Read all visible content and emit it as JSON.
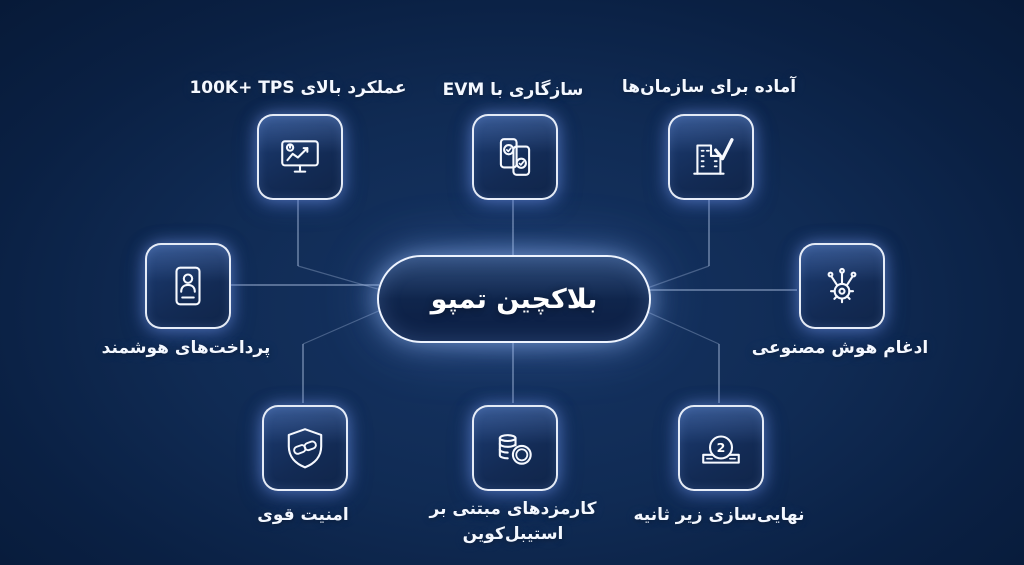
{
  "center": {
    "title": "بلاکچین تمپو"
  },
  "nodes": [
    {
      "id": "performance",
      "label": "عملکرد بالای 100K+ TPS",
      "icon": "monitor-chart-icon"
    },
    {
      "id": "evm-compatibility",
      "label": "سازگاری با EVM",
      "icon": "phones-check-icon"
    },
    {
      "id": "enterprise-ready",
      "label": "آماده برای سازمان‌ها",
      "icon": "building-check-icon"
    },
    {
      "id": "smart-payments",
      "label": "پرداخت‌های هوشمند",
      "icon": "payment-person-icon"
    },
    {
      "id": "ai-integration",
      "label": "ادغام هوش مصنوعی",
      "icon": "ai-gear-circuit-icon"
    },
    {
      "id": "strong-security",
      "label": "امنیت قوی",
      "icon": "shield-chain-icon"
    },
    {
      "id": "stablecoin-fees",
      "label": "کارمزدهای مبتنی بر استیبل‌کوین",
      "icon": "coin-stack-icon"
    },
    {
      "id": "subsecond-finality",
      "label": "نهایی‌سازی زیر ثانیه",
      "icon": "medal-icon",
      "medal_number": "2"
    }
  ],
  "colors": {
    "background_deep": "#071a38",
    "background_mid": "#163463",
    "line": "#a9bddd",
    "glow": "#8fb4ff",
    "node_fill": "#132b55",
    "text": "#f4f8ff"
  }
}
